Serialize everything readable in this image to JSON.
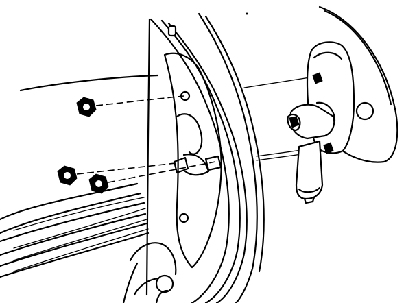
{
  "figure": {
    "description_visible_text": "",
    "colors": {
      "ink": "#000000",
      "paper": "#ffffff"
    },
    "parts": [
      "nut-1",
      "nut-2",
      "nut-3",
      "door-frame",
      "mirror-assembly",
      "mirror-mount-bolt-upper",
      "mirror-mount-bolt-lower"
    ]
  }
}
